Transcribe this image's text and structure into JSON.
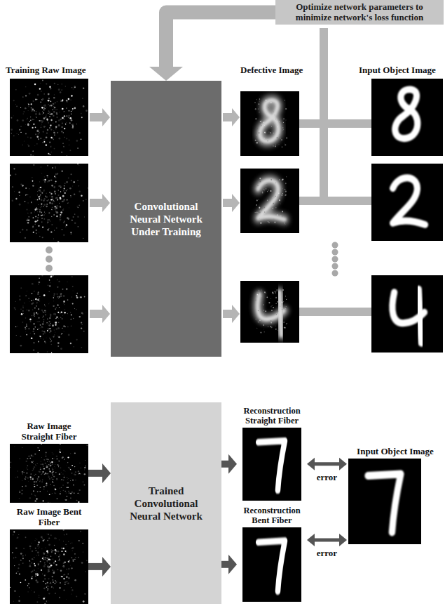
{
  "diagram": {
    "nodes": [
      {
        "text": [
          "Optimize network parameters to minimize network's loss function"
        ]
      },
      {
        "text": [
          "Convolutional Neural Network Under Training"
        ]
      },
      {
        "text": [
          "Raw Image Straight Fiber"
        ]
      },
      {
        "text": [
          "Raw Image Bent Fiber"
        ]
      },
      {
        "text": [
          "Trained Convolutional Neural Network"
        ]
      },
      {
        "text": [
          "Reconstruction Straight Fiber"
        ]
      },
      {
        "text": [
          "Reconstruction Bent Fiber"
        ]
      },
      {
        "text": [
          "Input Object Image"
        ]
      }
    ],
    "edges": [
      {
        "from": 0,
        "to": 1,
        "arrow": "to"
      },
      {
        "from": 2,
        "to": 4,
        "arrow": "to"
      },
      {
        "from": 3,
        "to": 4,
        "arrow": "to"
      },
      {
        "from": 4,
        "to": 5,
        "arrow": "to"
      },
      {
        "from": 4,
        "to": 6,
        "arrow": "to"
      },
      {
        "from": 5,
        "to": 7,
        "arrow": "both",
        "label": "error"
      },
      {
        "from": 6,
        "to": 7,
        "arrow": "both",
        "label": "error"
      }
    ],
    "labels": [
      "Training Raw Image",
      "Defective Image",
      "Input Object Image"
    ]
  }
}
